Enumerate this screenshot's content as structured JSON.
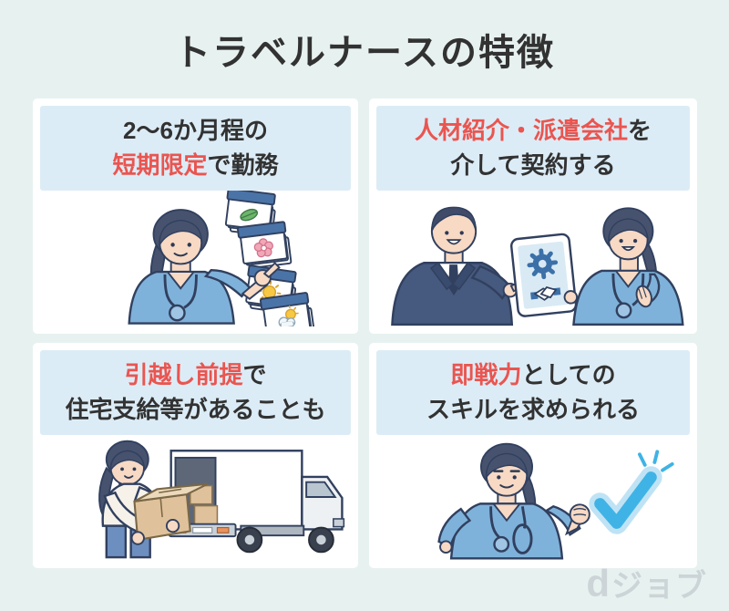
{
  "title": "トラベルナースの特徴",
  "logo": {
    "d": "d",
    "name": "ジョブ"
  },
  "colors": {
    "page_bg": "#e7f2f0",
    "panel_bg": "#ffffff",
    "header_bg": "#dcecf6",
    "text_dark": "#323232",
    "accent_red": "#ea5550",
    "check_blue": "#3fb3e5",
    "scrub_blue": "#7fb2da",
    "suit_navy": "#46597e"
  },
  "panels": [
    {
      "id": "short-term-work",
      "line1": [
        {
          "t": "2〜6か月程の",
          "em": false
        }
      ],
      "line2": [
        {
          "t": "短期限定",
          "em": true
        },
        {
          "t": "で勤務",
          "em": false
        }
      ],
      "illustration": "nurse-pointing-at-season-calendars",
      "icons": [
        "leaf-icon",
        "flower-icon",
        "sun-icon",
        "cloud-sun-icon"
      ]
    },
    {
      "id": "agency-contract",
      "line1": [
        {
          "t": "人材紹介・派遣会社",
          "em": true
        },
        {
          "t": "を",
          "em": false
        }
      ],
      "line2": [
        {
          "t": "介して契約する",
          "em": false
        }
      ],
      "illustration": "recruiter-showing-tablet-to-nurse",
      "icons": [
        "gear-icon",
        "handshake-icon"
      ]
    },
    {
      "id": "relocation-housing",
      "line1": [
        {
          "t": "引越し前提",
          "em": true
        },
        {
          "t": "で",
          "em": false
        }
      ],
      "line2": [
        {
          "t": "住宅支給等があることも",
          "em": false
        }
      ],
      "illustration": "person-carrying-box-with-moving-truck",
      "icons": [
        "cardboard-box-icon",
        "truck-icon"
      ]
    },
    {
      "id": "immediate-skills",
      "line1": [
        {
          "t": "即戦力",
          "em": true
        },
        {
          "t": "としての",
          "em": false
        }
      ],
      "line2": [
        {
          "t": "スキルを求められる",
          "em": false
        }
      ],
      "illustration": "nurse-with-big-checkmark",
      "icons": [
        "checkmark-icon",
        "sparkle-icon"
      ]
    }
  ]
}
